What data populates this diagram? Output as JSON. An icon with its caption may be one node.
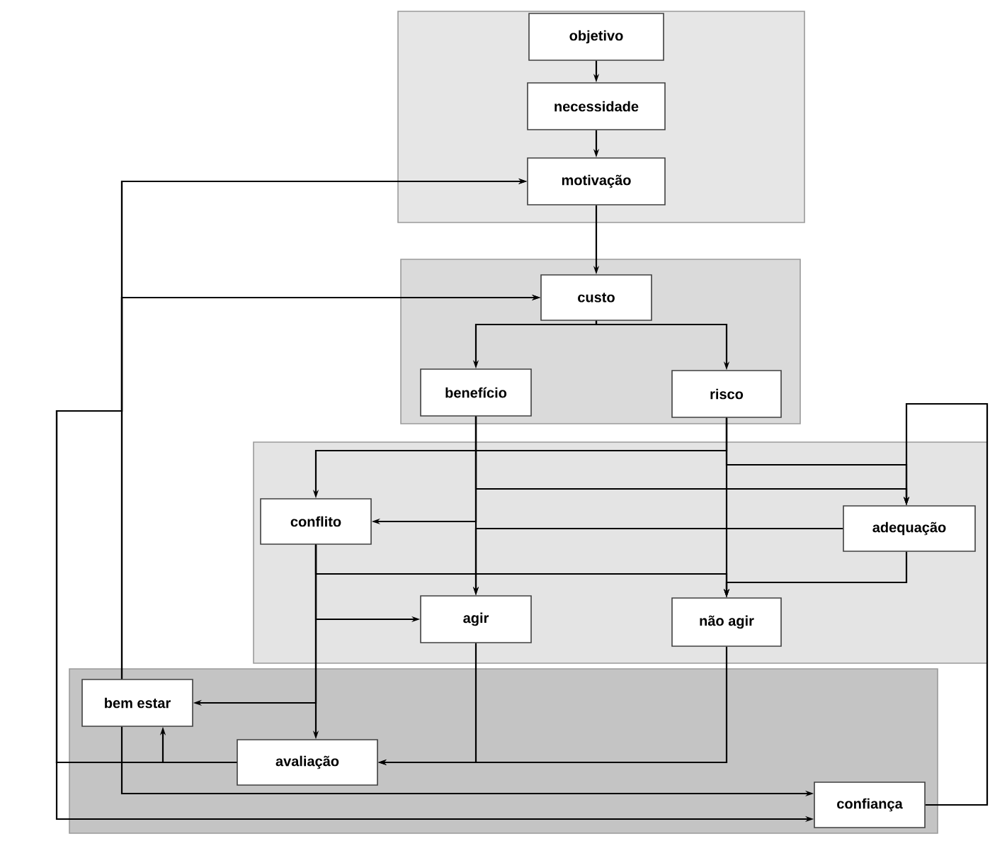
{
  "diagram": {
    "nodes": [
      {
        "text": [],
        "shape": "box"
      },
      {
        "text": [
          "objetivo"
        ],
        "in": 0
      },
      {
        "text": [
          "necessidade"
        ],
        "in": 0
      },
      {
        "text": [
          "motivação"
        ],
        "in": 0
      },
      {
        "text": [],
        "shape": "box"
      },
      {
        "text": [
          "custo"
        ],
        "in": 4
      },
      {
        "text": [
          "benefício"
        ],
        "in": 4
      },
      {
        "text": [
          "risco"
        ],
        "in": 4
      },
      {
        "text": [],
        "shape": "box"
      },
      {
        "text": [
          "conflito"
        ],
        "in": 8
      },
      {
        "text": [
          "agir"
        ],
        "in": 8
      },
      {
        "text": [
          "não agir"
        ],
        "in": 8
      },
      {
        "text": [
          "adequação"
        ],
        "in": 8
      },
      {
        "text": [],
        "shape": "box"
      },
      {
        "text": [
          "bem estar"
        ],
        "in": 13
      },
      {
        "text": [
          "avaliação"
        ],
        "in": 13
      },
      {
        "text": [
          "confiança"
        ],
        "in": 13
      }
    ],
    "edges": [
      {
        "from": 1,
        "to": 2,
        "arrow": "to"
      },
      {
        "from": 2,
        "to": 3,
        "arrow": "to"
      },
      {
        "from": 3,
        "to": 5,
        "arrow": "to"
      },
      {
        "from": 5,
        "to": 6,
        "arrow": "to"
      },
      {
        "from": 5,
        "to": 7,
        "arrow": "to"
      },
      {
        "from": 14,
        "to": 3,
        "arrow": "to"
      },
      {
        "from": 14,
        "to": 5,
        "arrow": "to"
      },
      {
        "from": 15,
        "to": 14,
        "arrow": "to"
      },
      {
        "from": 15,
        "to": 3,
        "arrow": "to"
      },
      {
        "from": 15,
        "to": 5,
        "arrow": "to"
      },
      {
        "from": 15,
        "to": 16,
        "arrow": "to"
      },
      {
        "from": 14,
        "to": 16,
        "arrow": "to"
      },
      {
        "from": 16,
        "to": 12,
        "arrow": "to"
      },
      {
        "from": 6,
        "to": 9,
        "arrow": "to"
      },
      {
        "from": 6,
        "to": 10,
        "arrow": "to"
      },
      {
        "from": 6,
        "to": 12,
        "arrow": "to"
      },
      {
        "from": 7,
        "to": 9,
        "arrow": "to"
      },
      {
        "from": 7,
        "to": 11,
        "arrow": "to"
      },
      {
        "from": 7,
        "to": 12,
        "arrow": "to"
      },
      {
        "from": 12,
        "to": 10,
        "arrow": "to"
      },
      {
        "from": 12,
        "to": 11,
        "arrow": "to"
      },
      {
        "from": 9,
        "to": 11,
        "arrow": "to"
      },
      {
        "from": 9,
        "to": 10,
        "arrow": "to"
      },
      {
        "from": 9,
        "to": 15,
        "arrow": "to"
      },
      {
        "from": 9,
        "to": 14,
        "arrow": "to"
      },
      {
        "from": 10,
        "to": 15,
        "arrow": "to"
      },
      {
        "from": 11,
        "to": 15,
        "arrow": "to"
      }
    ]
  }
}
